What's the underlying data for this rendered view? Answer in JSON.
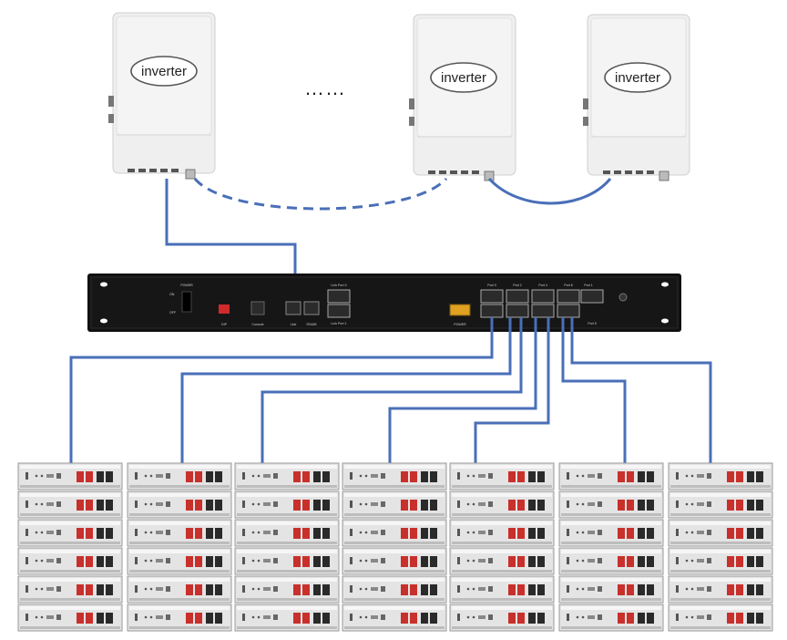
{
  "inverters": [
    {
      "label": "inverter"
    },
    {
      "label": "inverter"
    },
    {
      "label": "inverter"
    }
  ],
  "ellipsis": "……",
  "hub": {
    "power_label": "POWER",
    "on_label": "ON",
    "off_label": "OFF",
    "dip_label": "DIP",
    "console_label": "Console",
    "link_label": "Link",
    "rs485_label": "RS485",
    "link_port_top": "Link Port 0",
    "link_port_bottom": "Link Port 1",
    "power_connector_label": "POWER",
    "battery_ports": [
      "Port 0",
      "Port 1",
      "Port 2",
      "Port 3",
      "Port 4",
      "Port 5",
      "Port 6"
    ]
  },
  "colors": {
    "cable": "#4a6fb8",
    "hub_body": "#111111",
    "inverter_body": "#efefef",
    "battery_body": "#e4e4e4",
    "terminal_red": "#c8302c",
    "terminal_black": "#2a2a2a",
    "power_connector": "#e0a020"
  },
  "battery_stacks": {
    "columns": 7,
    "modules_per_column": 6
  }
}
